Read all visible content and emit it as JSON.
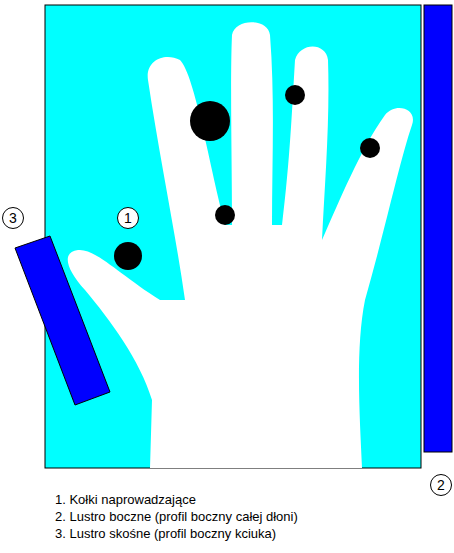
{
  "diagram": {
    "nodes": [
      {
        "text": [
          "3"
        ]
      },
      {
        "text": [
          "1"
        ]
      },
      {
        "text": [
          "2"
        ]
      }
    ],
    "labels": [
      "1. Kołki naprowadzające",
      "2. Lustro boczne (profil boczny całej dłoni)",
      "3. Lustro skośne (profil boczny kciuka)"
    ]
  }
}
